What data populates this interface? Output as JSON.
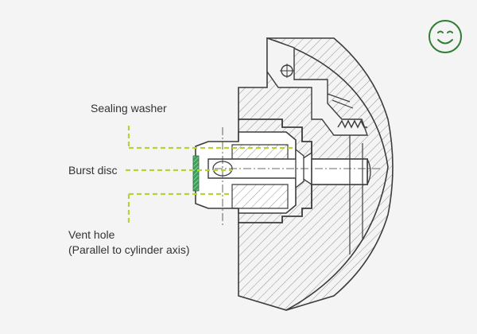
{
  "labels": {
    "sealing_washer": "Sealing washer",
    "burst_disc": "Burst disc",
    "vent_hole_line1": "Vent hole",
    "vent_hole_line2": "(Parallel to cylinder axis)"
  },
  "logo": {
    "icon": "smiley-face-icon",
    "color": "#2e7d32"
  },
  "colors": {
    "background": "#f4f4f4",
    "callout_lines": "#b5d336",
    "drawing_lines": "#3c3c3c",
    "hatch": "#7a7a7a",
    "burst_disc_fill": "#3aa35b"
  }
}
